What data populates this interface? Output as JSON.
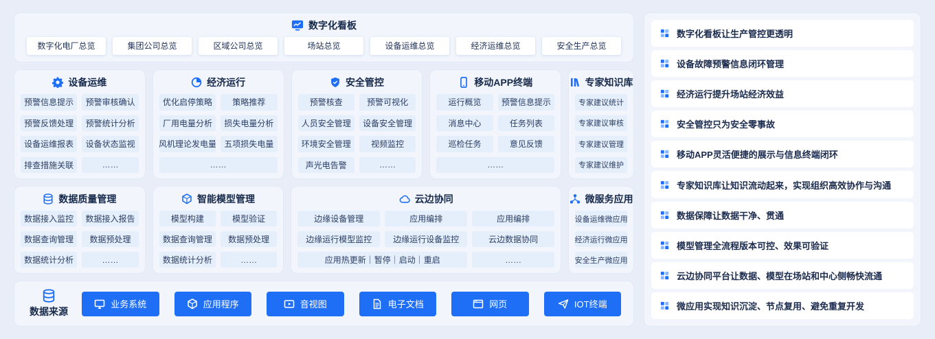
{
  "colors": {
    "accent": "#1e6ef6",
    "title_text": "#17294b",
    "chip_bg": "#e5eefb",
    "page_bg": "#e8edf7"
  },
  "dashboard": {
    "title": "数字化看板",
    "icon": "dashboard-icon",
    "buttons": [
      "数字化电厂总览",
      "集团公司总览",
      "区域公司总览",
      "场站总览",
      "设备运维总览",
      "经济运维总览",
      "安全生产总览"
    ]
  },
  "feature_panels": [
    {
      "id": "equipment-ops",
      "title": "设备运维",
      "icon": "gear-icon",
      "cols": 2,
      "items": [
        {
          "label": "预警信息提示"
        },
        {
          "label": "预警审核确认"
        },
        {
          "label": "预警反馈处理"
        },
        {
          "label": "预警统计分析"
        },
        {
          "label": "设备运维报表"
        },
        {
          "label": "设备状态监视"
        },
        {
          "label": "排查措施关联"
        },
        {
          "label": "……"
        }
      ]
    },
    {
      "id": "economic-operation",
      "title": "经济运行",
      "icon": "economy-icon",
      "cols": 2,
      "items": [
        {
          "label": "优化启停策略"
        },
        {
          "label": "策略推荐"
        },
        {
          "label": "厂用电量分析"
        },
        {
          "label": "损失电量分析"
        },
        {
          "label": "风机理论发电量"
        },
        {
          "label": "五项损失电量"
        },
        {
          "label": "……",
          "span": 2
        }
      ]
    },
    {
      "id": "safety-control",
      "title": "安全管控",
      "icon": "shield-icon",
      "cols": 2,
      "items": [
        {
          "label": "预警核查"
        },
        {
          "label": "预警可视化"
        },
        {
          "label": "人员安全管理"
        },
        {
          "label": "设备安全管理"
        },
        {
          "label": "环境安全管理"
        },
        {
          "label": "视频监控"
        },
        {
          "label": "声光电告警"
        },
        {
          "label": "……"
        }
      ]
    },
    {
      "id": "mobile-app",
      "title": "移动APP终端",
      "icon": "phone-icon",
      "cols": 2,
      "items": [
        {
          "label": "运行概览"
        },
        {
          "label": "预警信息提示"
        },
        {
          "label": "消息中心"
        },
        {
          "label": "任务列表"
        },
        {
          "label": "巡检任务"
        },
        {
          "label": "意见反馈"
        },
        {
          "label": "……",
          "span": 2
        }
      ]
    },
    {
      "id": "expert-knowledge",
      "title": "专家知识库",
      "icon": "library-icon",
      "cols": 1,
      "items": [
        {
          "label": "专家建议统计"
        },
        {
          "label": "专家建议审核"
        },
        {
          "label": "专家建议管理"
        },
        {
          "label": "专家建议维护"
        }
      ]
    }
  ],
  "platform_panels": [
    {
      "id": "data-quality",
      "title": "数据质量管理",
      "icon": "database-icon",
      "cols": 2,
      "items": [
        {
          "label": "数据接入监控"
        },
        {
          "label": "数据接入报告"
        },
        {
          "label": "数据查询管理"
        },
        {
          "label": "数据预处理"
        },
        {
          "label": "数据统计分析"
        },
        {
          "label": "……"
        }
      ]
    },
    {
      "id": "model-management",
      "title": "智能模型管理",
      "icon": "cube-icon",
      "cols": 2,
      "items": [
        {
          "label": "模型构建"
        },
        {
          "label": "模型验证"
        },
        {
          "label": "数据查询管理"
        },
        {
          "label": "数据预处理"
        },
        {
          "label": "数据统计分析"
        },
        {
          "label": "……"
        }
      ]
    },
    {
      "id": "cloud-edge",
      "title": "云边协同",
      "icon": "cloud-icon",
      "cols": 3,
      "items": [
        {
          "label": "边缘设备管理"
        },
        {
          "label": "应用编排"
        },
        {
          "label": "应用编排"
        },
        {
          "label": "边缘运行模型监控"
        },
        {
          "label": "边缘运行设备监控"
        },
        {
          "label": "云边数据协同"
        },
        {
          "label": "应用热更新｜暂停｜启动｜重启",
          "span": 2
        },
        {
          "label": "……"
        }
      ]
    },
    {
      "id": "microservice",
      "title": "微服务应用",
      "icon": "service-icon",
      "cols": 1,
      "items": [
        {
          "label": "设备运维微应用"
        },
        {
          "label": "经济运行微应用"
        },
        {
          "label": "安全生产微应用"
        }
      ]
    }
  ],
  "data_sources": {
    "title": "数据来源",
    "icon": "datasource-icon",
    "buttons": [
      {
        "label": "业务系统",
        "icon": "system-icon"
      },
      {
        "label": "应用程序",
        "icon": "application-icon"
      },
      {
        "label": "音视图",
        "icon": "media-icon"
      },
      {
        "label": "电子文档",
        "icon": "document-icon"
      },
      {
        "label": "网页",
        "icon": "webpage-icon"
      },
      {
        "label": "IOT终端",
        "icon": "iot-icon"
      }
    ]
  },
  "benefits": [
    {
      "icon": "blocks-icon",
      "text": "数字化看板让生产管控更透明"
    },
    {
      "icon": "blocks-icon",
      "text": "设备故障预警信息闭环管理"
    },
    {
      "icon": "blocks-icon",
      "text": "经济运行提升场站经济效益"
    },
    {
      "icon": "blocks-icon",
      "text": "安全管控只为安全零事故"
    },
    {
      "icon": "blocks-icon",
      "text": "移动APP灵活便捷的展示与信息终端闭环"
    },
    {
      "icon": "blocks-icon",
      "text": "专家知识库让知识流动起来，实现组织高效协作与沟通"
    },
    {
      "icon": "blocks-icon",
      "text": "数据保障让数据干净、贯通"
    },
    {
      "icon": "blocks-icon",
      "text": "模型管理全流程版本可控、效果可验证"
    },
    {
      "icon": "blocks-icon",
      "text": "云边协同平台让数据、模型在场站和中心侧畅快流通"
    },
    {
      "icon": "blocks-icon",
      "text": "微应用实现知识沉淀、节点复用、避免重复开发"
    }
  ]
}
